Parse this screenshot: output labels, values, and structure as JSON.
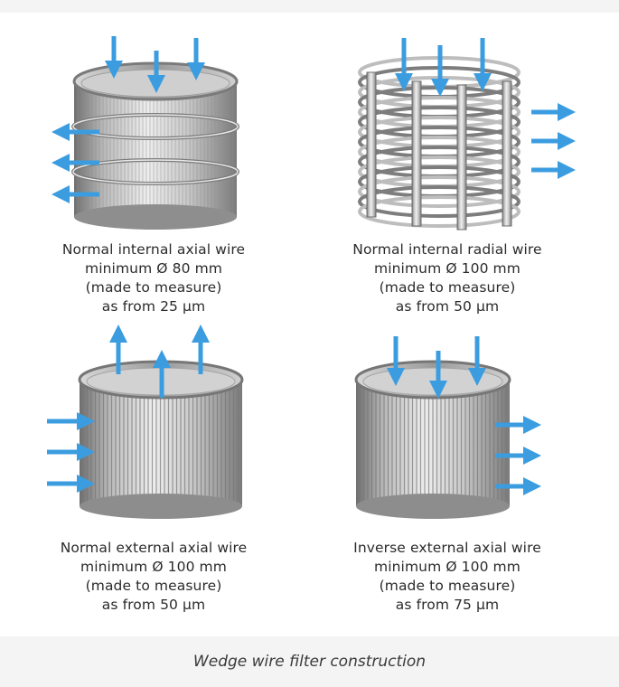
{
  "figures": [
    {
      "lines": [
        "Normal internal axial wire",
        "minimum Ø 80 mm",
        "(made to measure)",
        "as from 25 µm"
      ]
    },
    {
      "lines": [
        "Normal internal radial wire",
        "minimum Ø 100 mm",
        "(made to measure)",
        "as from 50 µm"
      ]
    },
    {
      "lines": [
        "Normal external axial wire",
        "minimum Ø 100 mm",
        "(made to measure)",
        "as from 50 µm"
      ]
    },
    {
      "lines": [
        "Inverse external axial wire",
        "minimum Ø 100 mm",
        "(made to measure)",
        "as from 75 µm"
      ]
    }
  ],
  "caption": "Wedge wire filter construction",
  "colors": {
    "arrow": "#3b9de0",
    "metal_dark": "#8a8a8a",
    "metal_light": "#e6e6e6"
  }
}
